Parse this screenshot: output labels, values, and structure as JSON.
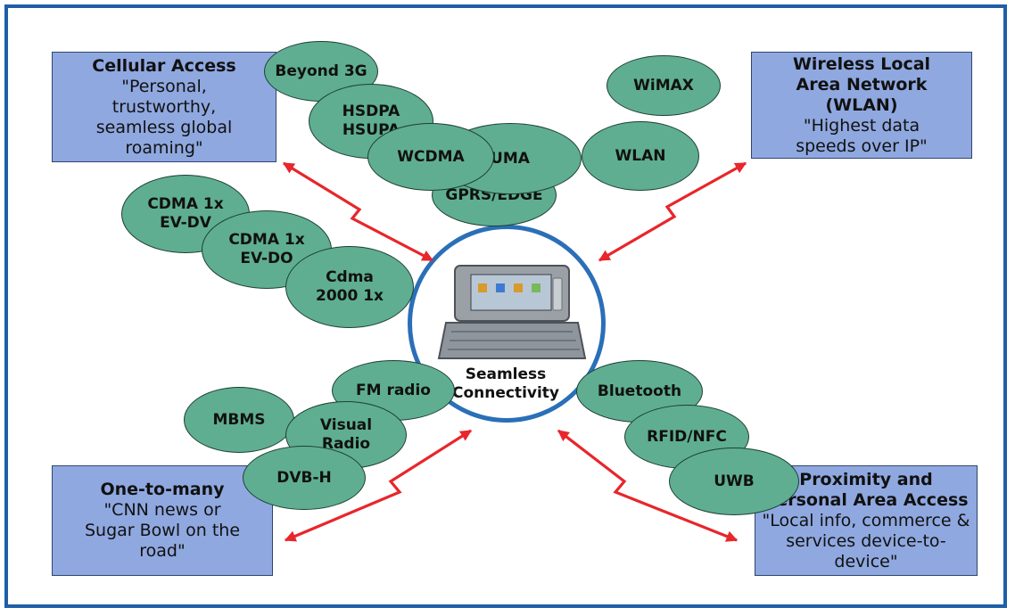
{
  "colors": {
    "frame": "#1f5fa8",
    "box": "#8fa8e0",
    "oval": "#5fae92",
    "arrow": "#e8262b",
    "circle": "#2a6fb8"
  },
  "boxes": {
    "cellular": {
      "title": "Cellular Access",
      "subtitle": "\"Personal, trustworthy, seamless global roaming\""
    },
    "wlan": {
      "title": "Wireless Local Area Network (WLAN)",
      "subtitle": "\"Highest data speeds over IP\""
    },
    "broadcast": {
      "title": "One-to-many",
      "subtitle": "\"CNN news or Sugar Bowl on the road\""
    },
    "proximity": {
      "title": "Proximity and Personal Area Access",
      "subtitle": "\"Local info, commerce & services device-to-device\""
    }
  },
  "center": {
    "label": "Seamless Connectivity",
    "device": "communicator-device-icon"
  },
  "technologies": {
    "beyond_3g": "Beyond 3G",
    "hsdpa": "HSDPA\nHSUPA",
    "wcdma": "WCDMA",
    "uma": "UMA",
    "gprs": "GPRS/EDGE",
    "wimax": "WiMAX",
    "wlan": "WLAN",
    "cdma_dv": "CDMA 1x\nEV-DV",
    "cdma_do": "CDMA 1x\nEV-DO",
    "cdma2000": "Cdma\n2000 1x",
    "mbms": "MBMS",
    "fm": "FM radio",
    "visual": "Visual\nRadio",
    "dvbh": "DVB-H",
    "bluetooth": "Bluetooth",
    "rfid": "RFID/NFC",
    "uwb": "UWB"
  }
}
